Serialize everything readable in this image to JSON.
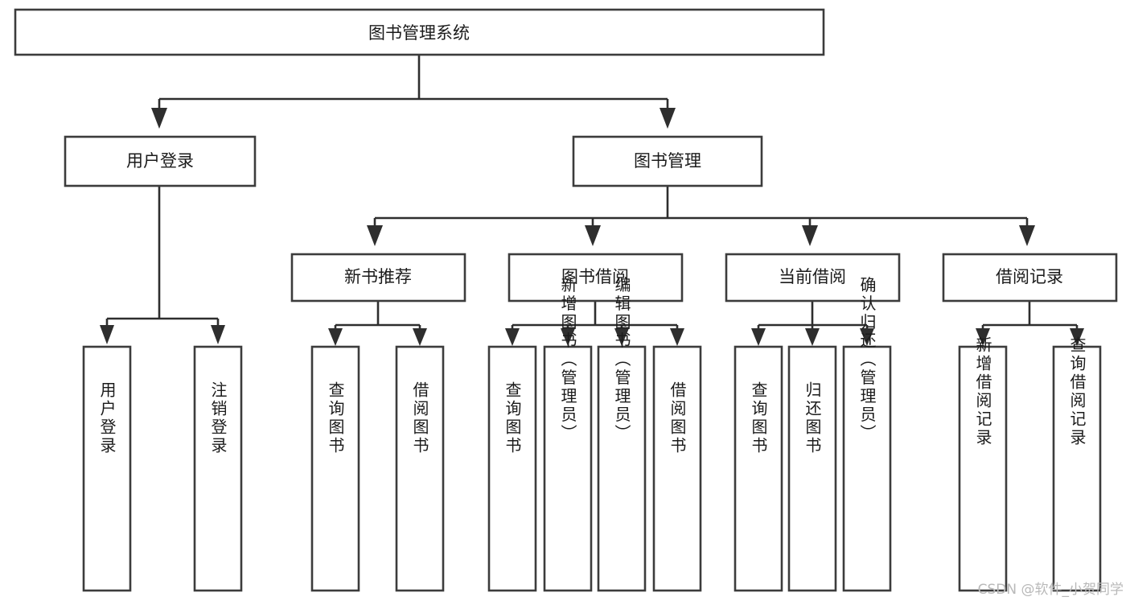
{
  "diagram": {
    "title": "图书管理系统",
    "type": "hierarchy-tree",
    "orientation": "top-down",
    "colors": {
      "box_border": "#3c3c3c",
      "box_fill": "#ffffff",
      "connector": "#2e2e2e",
      "text": "#1b1b1b",
      "background": "#ffffff",
      "watermark": "#b9b9b9"
    },
    "root": {
      "label": "图书管理系统",
      "orientation": "horizontal"
    },
    "level2": [
      {
        "id": "user-login",
        "label": "用户登录",
        "orientation": "horizontal"
      },
      {
        "id": "book-manage",
        "label": "图书管理",
        "orientation": "horizontal"
      }
    ],
    "level3": [
      {
        "id": "new-book-recommend",
        "label": "新书推荐",
        "orientation": "horizontal",
        "parent": "book-manage"
      },
      {
        "id": "book-borrow",
        "label": "图书借阅",
        "orientation": "horizontal",
        "parent": "book-manage"
      },
      {
        "id": "current-borrow",
        "label": "当前借阅",
        "orientation": "horizontal",
        "parent": "book-manage"
      },
      {
        "id": "borrow-record",
        "label": "借阅记录",
        "orientation": "horizontal",
        "parent": "book-manage"
      }
    ],
    "leaves": [
      {
        "id": "leaf-user-login",
        "label": "用户登录",
        "orientation": "vertical",
        "parent": "user-login"
      },
      {
        "id": "leaf-logout-login",
        "label": "注销登录",
        "orientation": "vertical",
        "parent": "user-login"
      },
      {
        "id": "leaf-query-book-1",
        "label": "查询图书",
        "orientation": "vertical",
        "parent": "new-book-recommend"
      },
      {
        "id": "leaf-borrow-book-1",
        "label": "借阅图书",
        "orientation": "vertical",
        "parent": "new-book-recommend"
      },
      {
        "id": "leaf-query-book-2",
        "label": "查询图书",
        "orientation": "vertical",
        "parent": "book-borrow"
      },
      {
        "id": "leaf-add-book",
        "label": "新增图书（管理员）",
        "orientation": "vertical",
        "parent": "book-borrow"
      },
      {
        "id": "leaf-edit-book",
        "label": "编辑图书（管理员）",
        "orientation": "vertical",
        "parent": "book-borrow"
      },
      {
        "id": "leaf-borrow-book-2",
        "label": "借阅图书",
        "orientation": "vertical",
        "parent": "book-borrow"
      },
      {
        "id": "leaf-query-book-3",
        "label": "查询图书",
        "orientation": "vertical",
        "parent": "current-borrow"
      },
      {
        "id": "leaf-return-book",
        "label": "归还图书",
        "orientation": "vertical",
        "parent": "current-borrow"
      },
      {
        "id": "leaf-confirm-return",
        "label": "确认归还（管理员）",
        "orientation": "vertical",
        "parent": "current-borrow"
      },
      {
        "id": "leaf-add-record",
        "label": "新增借阅记录",
        "orientation": "vertical",
        "parent": "borrow-record"
      },
      {
        "id": "leaf-query-record",
        "label": "查询借阅记录",
        "orientation": "vertical",
        "parent": "borrow-record"
      }
    ]
  },
  "watermark": {
    "text": "CSDN @软件_小贺同学"
  }
}
